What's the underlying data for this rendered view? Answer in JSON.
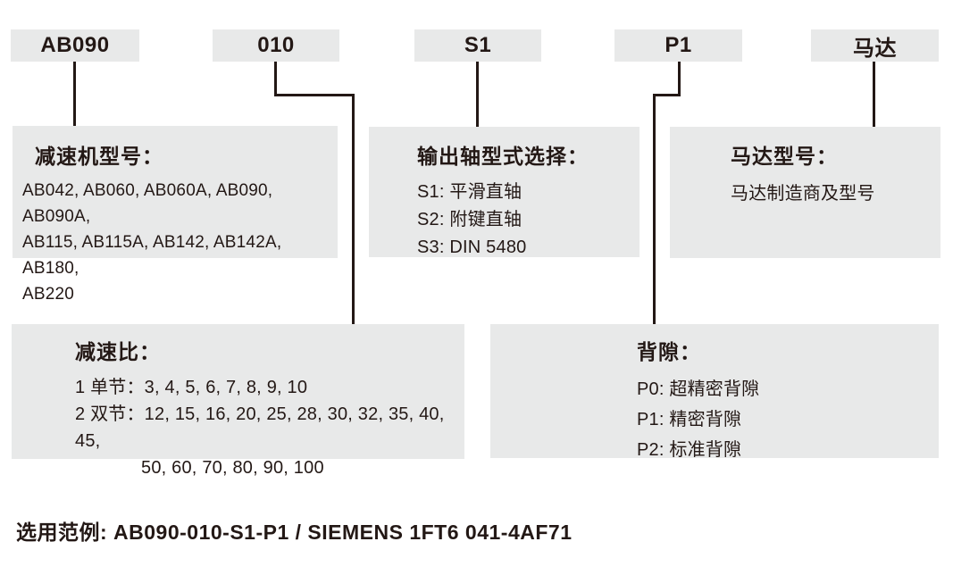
{
  "colors": {
    "background": "#ffffff",
    "box_fill": "#e8e9e9",
    "ink": "#231815"
  },
  "top_codes": [
    {
      "label": "AB090"
    },
    {
      "label": "010"
    },
    {
      "label": "S1"
    },
    {
      "label": "P1"
    },
    {
      "label": "马达"
    }
  ],
  "panels": {
    "gearbox_model": {
      "title": "减速机型号：",
      "lines": [
        "AB042, AB060, AB060A, AB090, AB090A,",
        "AB115, AB115A, AB142, AB142A, AB180,",
        "AB220"
      ]
    },
    "output_shaft": {
      "title": "输出轴型式选择：",
      "lines": [
        "S1: 平滑直轴",
        "S2: 附键直轴",
        "S3: DIN 5480"
      ]
    },
    "motor_model": {
      "title": "马达型号：",
      "lines": [
        "马达制造商及型号"
      ]
    },
    "reduction_ratio": {
      "title": "减速比：",
      "lines": [
        "1 单节：3, 4, 5, 6, 7, 8, 9, 10",
        "2 双节：12, 15, 16, 20, 25, 28, 30, 32, 35, 40, 45,",
        "50, 60, 70, 80, 90, 100"
      ]
    },
    "backlash": {
      "title": "背隙：",
      "lines": [
        "P0: 超精密背隙",
        "P1: 精密背隙",
        "P2: 标准背隙"
      ]
    }
  },
  "example_line": "选用范例: AB090-010-S1-P1 / SIEMENS 1FT6 041-4AF71"
}
